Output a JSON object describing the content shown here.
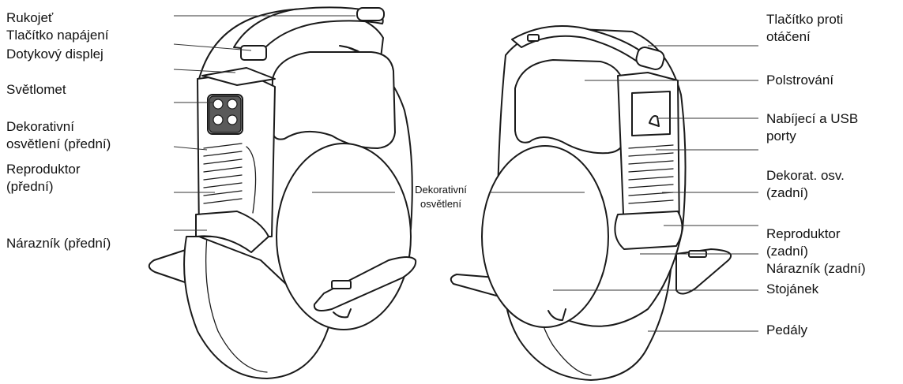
{
  "header_fragment": "",
  "labels_left": [
    {
      "id": "rukojet",
      "text": "Rukojeť"
    },
    {
      "id": "tlacitko-napajeni",
      "text": "Tlačítko napájení"
    },
    {
      "id": "dotykovy-displej",
      "text": "Dotykový displej"
    },
    {
      "id": "svetlomet",
      "text": "Světlomet"
    },
    {
      "id": "dekorativni-osvetleni-predni-1",
      "text": "Dekorativní"
    },
    {
      "id": "dekorativni-osvetleni-predni-2",
      "text": "osvětlení (přední)"
    },
    {
      "id": "reproduktor-predni-1",
      "text": "Reproduktor"
    },
    {
      "id": "reproduktor-predni-2",
      "text": "(přední)"
    },
    {
      "id": "naraznik-predni",
      "text": "Nárazník (přední)"
    }
  ],
  "labels_center": [
    {
      "id": "dekorativni-osvetleni-1",
      "text": "Dekorativní"
    },
    {
      "id": "dekorativni-osvetleni-2",
      "text": "osvětlení"
    }
  ],
  "labels_right": [
    {
      "id": "tlacitko-proti-otaceni-1",
      "text": "Tlačítko proti"
    },
    {
      "id": "tlacitko-proti-otaceni-2",
      "text": "otáčení"
    },
    {
      "id": "polstrovani",
      "text": "Polstrování"
    },
    {
      "id": "nabijeci-usb-1",
      "text": "Nabíjecí a USB"
    },
    {
      "id": "nabijeci-usb-2",
      "text": "porty"
    },
    {
      "id": "dekorat-osv-1",
      "text": "Dekorat. osv."
    },
    {
      "id": "dekorat-osv-2",
      "text": "(zadní)"
    },
    {
      "id": "reproduktor-zadni-1",
      "text": "Reproduktor"
    },
    {
      "id": "reproduktor-zadni-2",
      "text": "(zadní)"
    },
    {
      "id": "naraznik-zadni",
      "text": "Nárazník (zadní)"
    },
    {
      "id": "stojanek",
      "text": "Stojánek"
    },
    {
      "id": "pedaly",
      "text": "Pedály"
    }
  ]
}
